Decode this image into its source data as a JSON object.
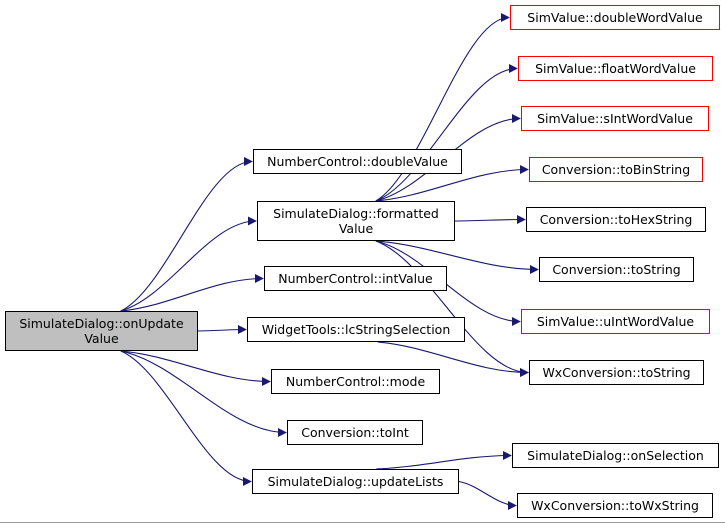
{
  "colors": {
    "edge": "#191970",
    "external_border": "#ff0000",
    "root_fill": "#bfbfbf"
  },
  "nodes": {
    "root": "SimulateDialog::onUpdate\nValue",
    "nc_double": "NumberControl::doubleValue",
    "sd_formatted": "SimulateDialog::formatted\nValue",
    "nc_int": "NumberControl::intValue",
    "wt_lc": "WidgetTools::lcStringSelection",
    "nc_mode": "NumberControl::mode",
    "conv_toint": "Conversion::toInt",
    "sd_update": "SimulateDialog::updateLists",
    "sv_double": "SimValue::doubleWordValue",
    "sv_float": "SimValue::floatWordValue",
    "sv_sint": "SimValue::sIntWordValue",
    "conv_bin": "Conversion::toBinString",
    "conv_hex": "Conversion::toHexString",
    "conv_str": "Conversion::toString",
    "sv_uint": "SimValue::uIntWordValue",
    "wx_tostr": "WxConversion::toString",
    "sd_onsel": "SimulateDialog::onSelection",
    "wx_towx": "WxConversion::toWxString"
  },
  "edges": [
    [
      "root",
      "nc_double"
    ],
    [
      "root",
      "sd_formatted"
    ],
    [
      "root",
      "nc_int"
    ],
    [
      "root",
      "wt_lc"
    ],
    [
      "root",
      "nc_mode"
    ],
    [
      "root",
      "conv_toint"
    ],
    [
      "root",
      "sd_update"
    ],
    [
      "sd_formatted",
      "sv_double"
    ],
    [
      "sd_formatted",
      "sv_float"
    ],
    [
      "sd_formatted",
      "sv_sint"
    ],
    [
      "sd_formatted",
      "conv_bin"
    ],
    [
      "sd_formatted",
      "conv_hex"
    ],
    [
      "sd_formatted",
      "conv_str"
    ],
    [
      "sd_formatted",
      "sv_uint"
    ],
    [
      "sd_formatted",
      "wx_tostr"
    ],
    [
      "wt_lc",
      "wx_tostr"
    ],
    [
      "sd_update",
      "sd_onsel"
    ],
    [
      "sd_update",
      "wx_towx"
    ]
  ]
}
